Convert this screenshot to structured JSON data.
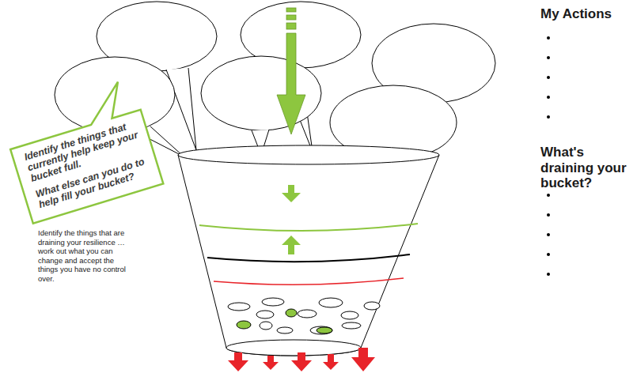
{
  "diagram": {
    "nodes": [
      {
        "text": [
          "Identify the things that currently help keep your bucket full.",
          "What else can you do to help fill your bucket?"
        ]
      }
    ],
    "labels": [
      "My Actions",
      "What's draining your bucket?",
      "Identify the things that are draining your resilience … work out what you can change and accept the things you have no control over."
    ]
  }
}
